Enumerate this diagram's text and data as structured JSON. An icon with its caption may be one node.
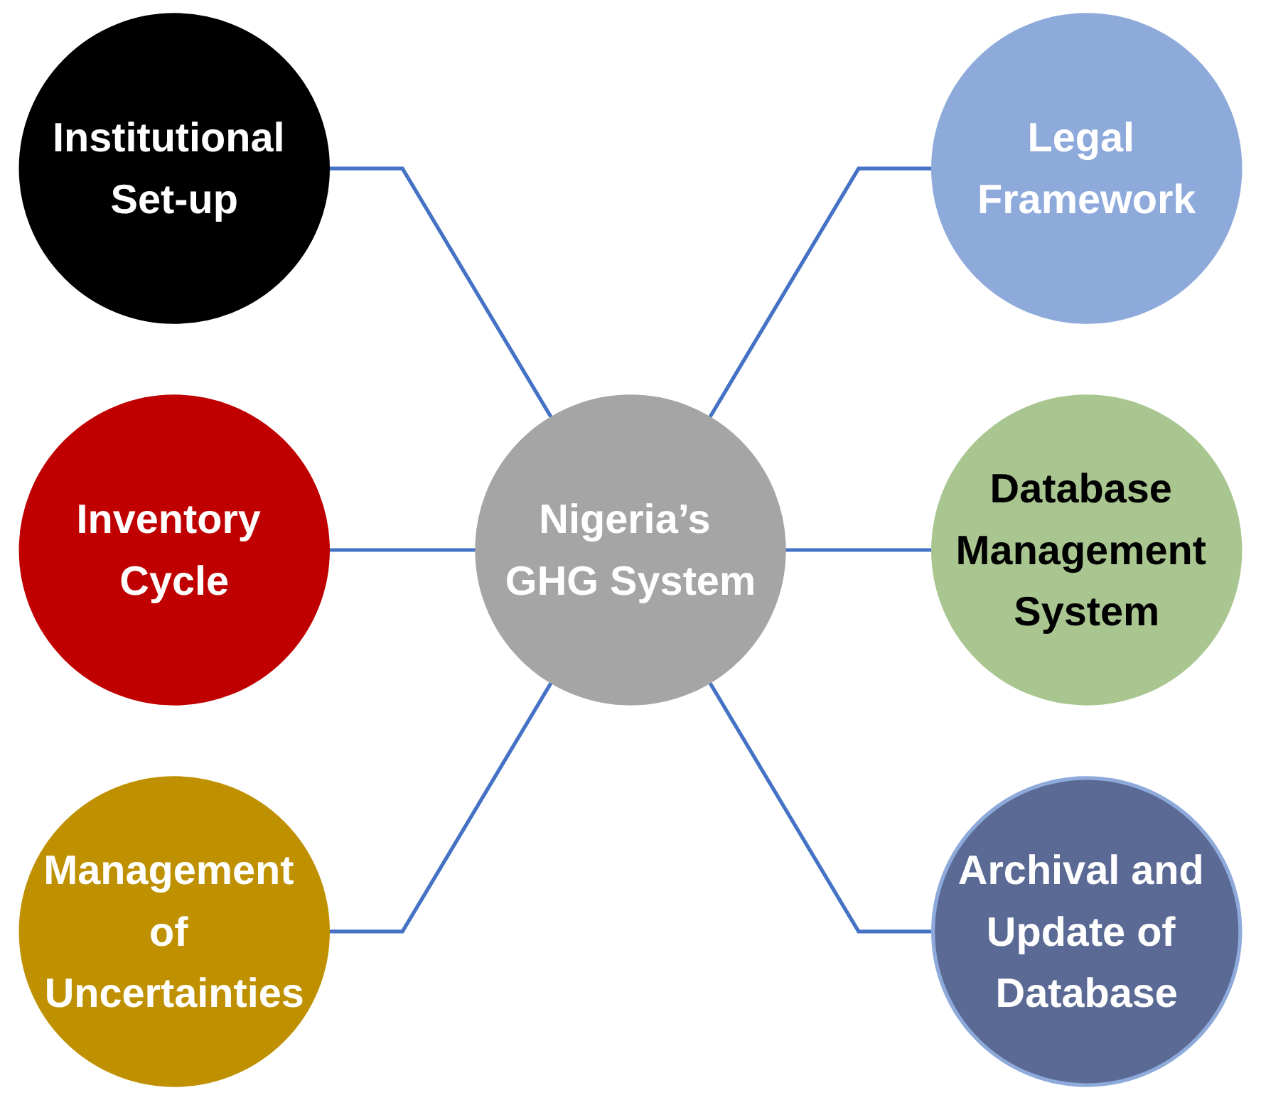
{
  "diagram": {
    "nodes": [
      {
        "text": [
          "Institutional Set-up"
        ]
      },
      {
        "text": [
          "Legal Framework"
        ]
      },
      {
        "text": [
          "Inventory Cycle"
        ]
      },
      {
        "text": [
          "Nigeria’s GHG System"
        ]
      },
      {
        "text": [
          "Database Management System"
        ]
      },
      {
        "text": [
          "Management of Uncertainties"
        ]
      },
      {
        "text": [
          "Archival and Update of Database"
        ]
      }
    ],
    "edges": [
      {
        "from": 0,
        "to": 3,
        "arrow": "none"
      },
      {
        "from": 3,
        "to": 1,
        "arrow": "none"
      },
      {
        "from": 2,
        "to": 3,
        "arrow": "none"
      },
      {
        "from": 3,
        "to": 4,
        "arrow": "none"
      },
      {
        "from": 5,
        "to": 3,
        "arrow": "none"
      },
      {
        "from": 3,
        "to": 6,
        "arrow": "none"
      }
    ]
  }
}
